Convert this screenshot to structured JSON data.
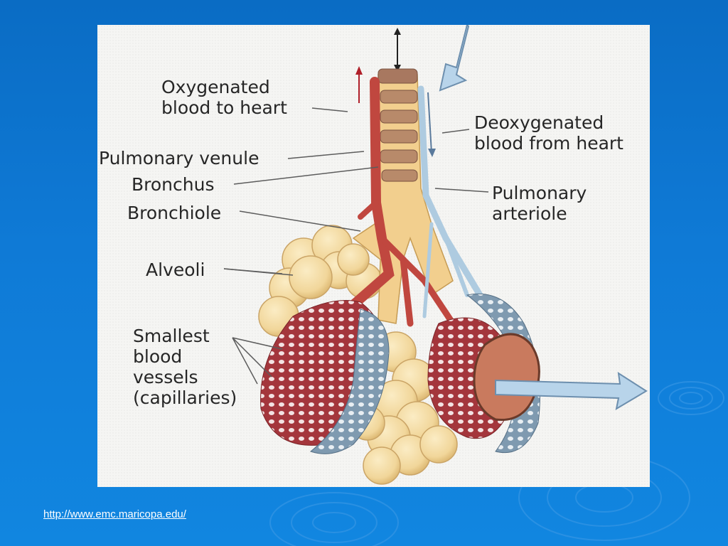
{
  "labels": {
    "oxygenated": [
      "Oxygenated",
      "blood to heart"
    ],
    "deoxygenated": [
      "Deoxygenated",
      "blood from heart"
    ],
    "pulmonary_venule": "Pulmonary venule",
    "bronchus": "Bronchus",
    "bronchiole": "Bronchiole",
    "pulmonary_arteriole": [
      "Pulmonary",
      "arteriole"
    ],
    "alveoli": "Alveoli",
    "smallest_vessels": [
      "Smallest",
      "blood",
      "vessels",
      "(capillaries)"
    ]
  },
  "footer": {
    "url": "http://www.emc.maricopa.edu/"
  },
  "colors": {
    "background": "#0f7ad6",
    "alveoli": "#f1d69a",
    "bronchus": "#b88a6a",
    "venule": "#c0473f",
    "arteriole": "#aecbe0",
    "capillary_red": "#a4363c",
    "capillary_blue": "#7f9ab0"
  }
}
